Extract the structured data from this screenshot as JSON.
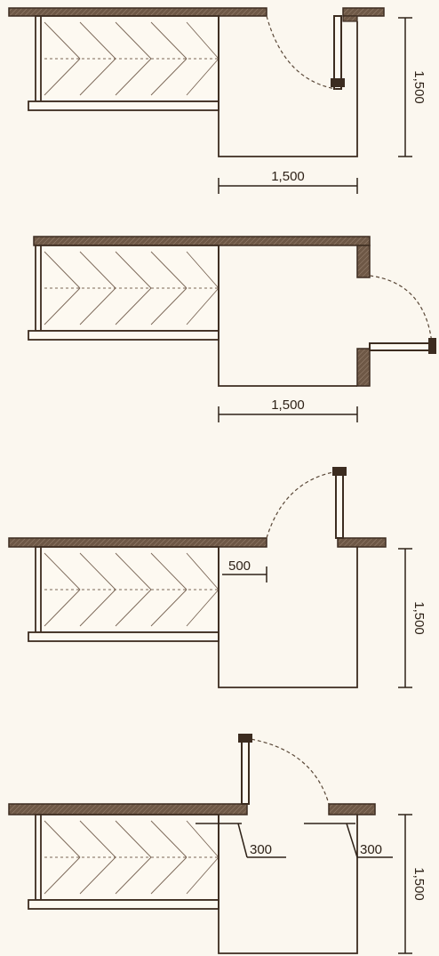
{
  "diagrams": [
    {
      "width_label": "1,500",
      "depth_label": "1,500"
    },
    {
      "width_label": "1,500"
    },
    {
      "offset_label": "500",
      "depth_label": "1,500"
    },
    {
      "left_clearance_label": "300",
      "right_clearance_label": "300",
      "depth_label": "1,500"
    }
  ],
  "colors": {
    "paper": "#fbf7ef",
    "ink": "#3c2c20",
    "wall": "#6e5846"
  }
}
